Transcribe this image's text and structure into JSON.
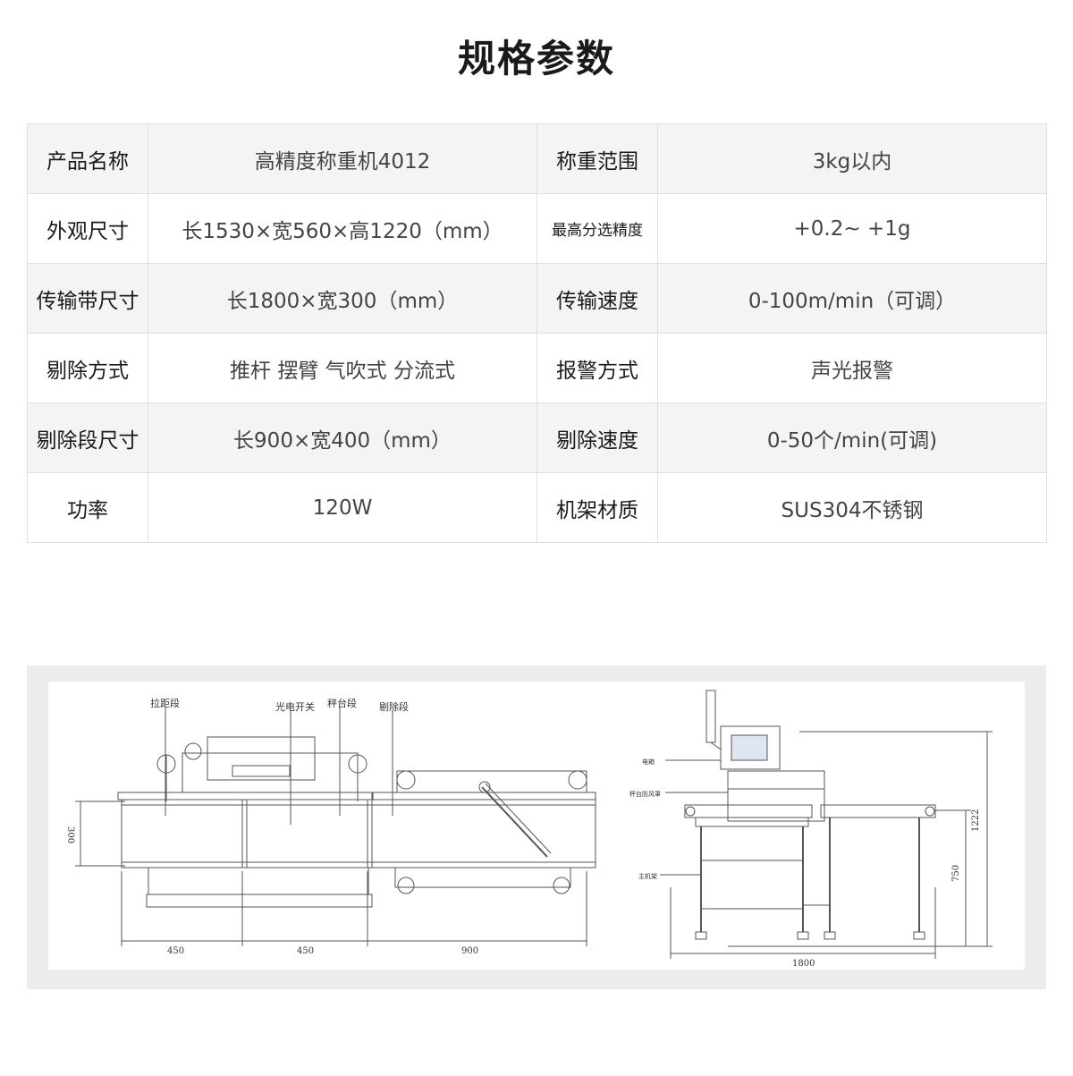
{
  "page_title": "规格参数",
  "spec_rows": [
    {
      "label1": "产品名称",
      "value1": "高精度称重机4012",
      "label2": "称重范围",
      "value2": "3kg以内"
    },
    {
      "label1": "外观尺寸",
      "value1": "长1530×宽560×高1220（mm）",
      "label2": "最高分选精度",
      "value2": "+0.2~ +1g"
    },
    {
      "label1": "传输带尺寸",
      "value1": "长1800×宽300（mm）",
      "label2": "传输速度",
      "value2": "0-100m/min（可调）"
    },
    {
      "label1": "剔除方式",
      "value1": "推杆 摆臂 气吹式 分流式",
      "label2": "报警方式",
      "value2": "声光报警"
    },
    {
      "label1": "剔除段尺寸",
      "value1": "长900×宽400（mm）",
      "label2": "剔除速度",
      "value2": "0-50个/min(可调)"
    },
    {
      "label1": "功率",
      "value1": "120W",
      "label2": "机架材质",
      "value2": "SUS304不锈钢"
    }
  ],
  "drawing": {
    "top_view": {
      "labels": {
        "pull_section": "拉距段",
        "photo_switch": "光电开关",
        "weigh_section": "秤台段",
        "reject_section": "剔除段"
      },
      "dims": {
        "width": "300",
        "seg1": "450",
        "seg2": "450",
        "seg3": "900"
      }
    },
    "side_view": {
      "labels": {
        "cabinet": "电箱",
        "windshield": "秤台防风罩",
        "frame": "主机架"
      },
      "dims": {
        "length": "1800",
        "belt_height": "750",
        "total_height": "1222"
      }
    }
  }
}
